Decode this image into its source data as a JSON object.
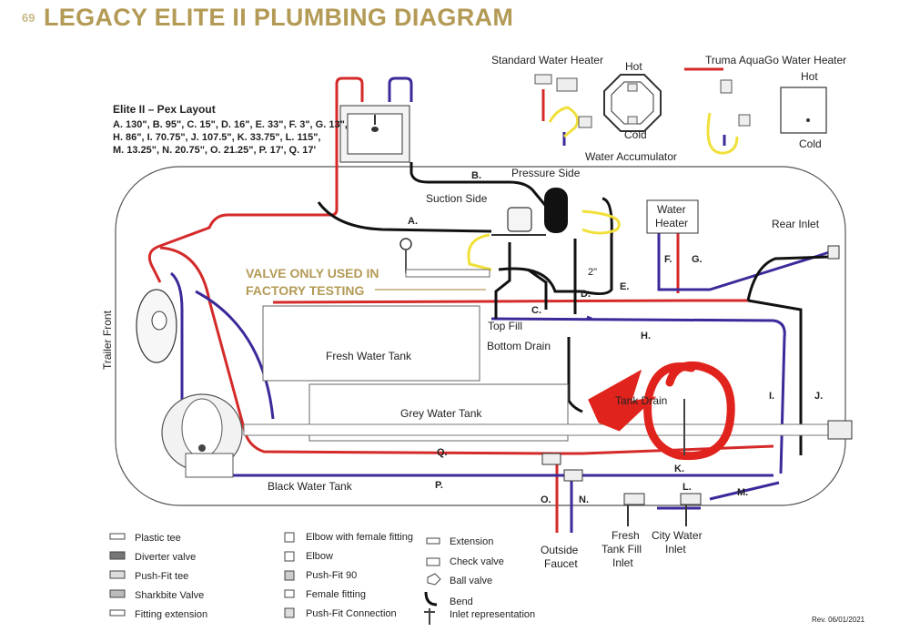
{
  "page_number": "69",
  "title": "LEGACY ELITE II PLUMBING DIAGRAM",
  "pex_layout": {
    "heading": "Elite II – Pex Layout",
    "lines": [
      "A. 130\", B. 95\", C. 15\", D. 16\", E. 33\", F. 3\", G. 13\",",
      "H. 86\", I. 70.75\", J. 107.5\", K. 33.75\", L. 115\",",
      "M. 13.25\", N. 20.75\", O. 21.25\", P. 17', Q. 17'"
    ]
  },
  "water_heaters": {
    "standard": "Standard Water Heater",
    "truma": "Truma AquaGo Water Heater",
    "hot": "Hot",
    "cold": "Cold"
  },
  "components": {
    "pressure_side": "Pressure Side",
    "water_accumulator": "Water Accumulator",
    "suction_side": "Suction Side",
    "water_heater": "Water Heater",
    "rear_inlet": "Rear Inlet",
    "valve_note_1": "VALVE ONLY USED IN",
    "valve_note_2": "FACTORY TESTING",
    "two_inch": "2\"",
    "fresh_tank": "Fresh Water Tank",
    "top_fill": "Top Fill",
    "bottom_drain": "Bottom Drain",
    "grey_tank": "Grey Water Tank",
    "tank_drain": "Tank Drain",
    "black_tank": "Black Water Tank",
    "trailer_front": "Trailer Front",
    "outside_faucet_1": "Outside",
    "outside_faucet_2": "Faucet",
    "fresh_fill_1": "Fresh",
    "fresh_fill_2": "Tank  Fill",
    "fresh_fill_3": "Inlet",
    "city_inlet_1": "City Water",
    "city_inlet_2": "Inlet"
  },
  "line_labels": [
    "A.",
    "B.",
    "C.",
    "D.",
    "E.",
    "F.",
    "G.",
    "H.",
    "I.",
    "J.",
    "K.",
    "L.",
    "M.",
    "N.",
    "O.",
    "P.",
    "Q."
  ],
  "legend": {
    "col1": [
      "Plastic tee",
      "Diverter valve",
      "Push-Fit tee",
      "Sharkbite Valve",
      "Fitting extension"
    ],
    "col2": [
      "Elbow with female fitting",
      "Elbow",
      "Push-Fit 90",
      "Female fitting",
      "Push-Fit Connection"
    ],
    "col3": [
      "Extension",
      "Check valve",
      "Ball valve",
      "Bend",
      "Inlet representation"
    ]
  },
  "revision": "Rev. 06/01/2021",
  "colors": {
    "hot": "#d42a2a",
    "cold": "#3a2a9a",
    "black": "#111111",
    "yellow": "#f1e03a",
    "gold": "#b39a55",
    "annotation": "#e0231c"
  }
}
